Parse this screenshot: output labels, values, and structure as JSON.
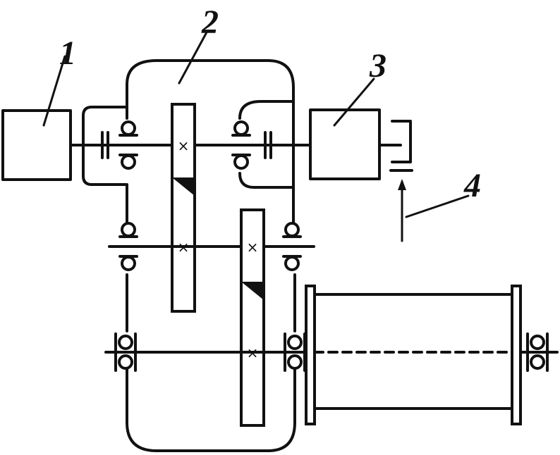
{
  "labels": {
    "motor": "1",
    "gearbox": "2",
    "brake_unit": "3",
    "brake": "4"
  },
  "colors": {
    "line": "#111111",
    "background": "#ffffff"
  }
}
